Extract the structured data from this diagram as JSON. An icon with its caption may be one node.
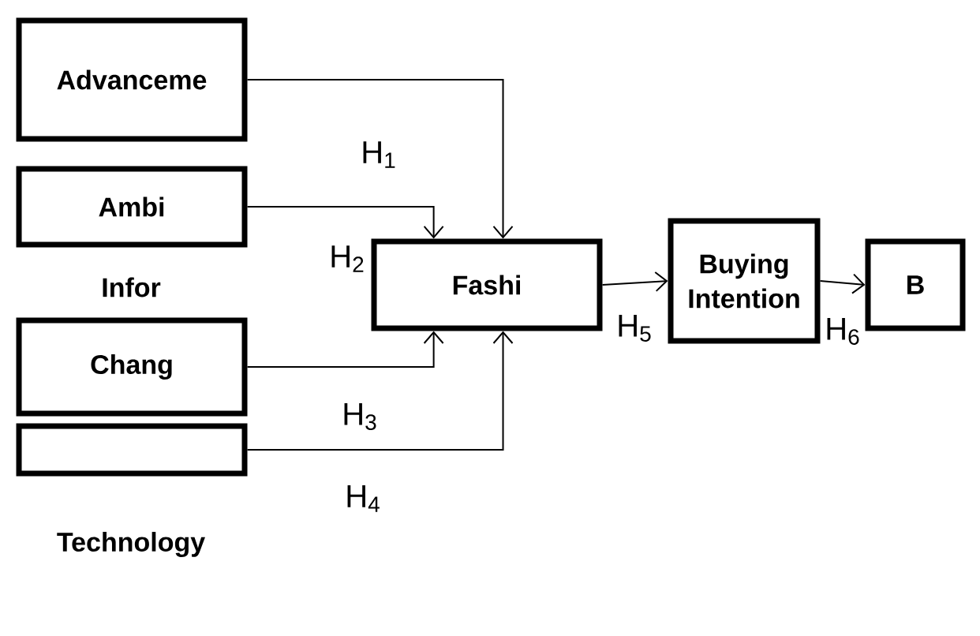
{
  "diagram": {
    "nodes": [
      {
        "text": [
          "Advanceme"
        ]
      },
      {
        "text": [
          "Ambi"
        ],
        "beside": [
          "Infor"
        ]
      },
      {
        "text": [
          "Chang"
        ]
      },
      {
        "text": [],
        "shape": "box",
        "beside": [
          "Technology"
        ]
      },
      {
        "text": [
          "Fashi"
        ]
      },
      {
        "text": [
          "Buying Intention"
        ]
      },
      {
        "text": [
          "B"
        ]
      }
    ],
    "edges": [
      {
        "from": 0,
        "to": 4,
        "arrow": "to",
        "label": "H$_{1}$"
      },
      {
        "from": 1,
        "to": 4,
        "arrow": "to",
        "label": "H$_{2}$"
      },
      {
        "from": 2,
        "to": 4,
        "arrow": "to",
        "label": "H$_{3}$"
      },
      {
        "from": 3,
        "to": 4,
        "arrow": "to",
        "label": "H$_{4}$"
      },
      {
        "from": 4,
        "to": 5,
        "arrow": "to",
        "label": "H$_{5}$"
      },
      {
        "from": 5,
        "to": 6,
        "arrow": "to",
        "label": "H$_{6}$"
      }
    ]
  }
}
